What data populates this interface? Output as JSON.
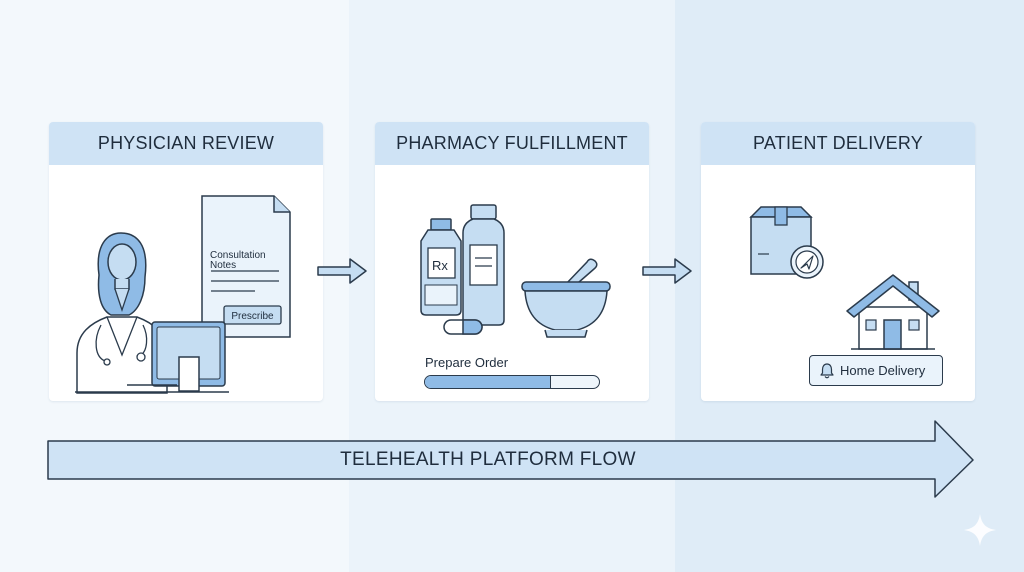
{
  "stages": [
    {
      "title": "PHYSICIAN REVIEW",
      "doc_title_line1": "Consultation",
      "doc_title_line2": "Notes",
      "button": "Prescribe"
    },
    {
      "title": "PHARMACY FULFILLMENT",
      "rx_label": "Rx",
      "progress_label": "Prepare Order",
      "progress_fraction": 0.72
    },
    {
      "title": "PATIENT DELIVERY",
      "badge_label": "Home Delivery"
    }
  ],
  "flow": {
    "label": "TELEHEALTH PLATFORM FLOW"
  },
  "icons": [
    "doctor-icon",
    "monitor-icon",
    "document-icon",
    "pill-bottle-icon",
    "medicine-bottle-icon",
    "capsule-icon",
    "mortar-pestle-icon",
    "package-icon",
    "navigation-icon",
    "house-icon",
    "bell-icon",
    "arrow-right-icon",
    "sparkle-icon"
  ],
  "colors": {
    "header": "#cfe3f5",
    "accent": "#8fbbe6",
    "outline": "#2b3b4c",
    "fill": "#c5ddf2"
  }
}
